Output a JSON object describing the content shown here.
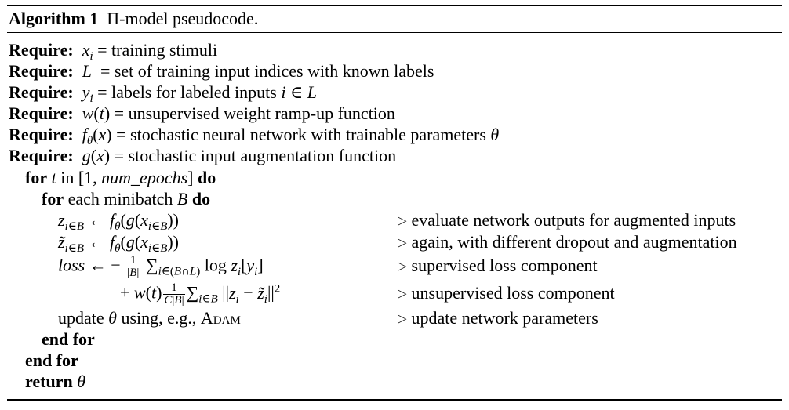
{
  "algorithm": {
    "label": "Algorithm 1",
    "title": "Π-model pseudocode."
  },
  "keywords": {
    "require": "Require:",
    "for": "for",
    "do": "do",
    "end_for": "end for",
    "return": "return"
  },
  "requires": [
    "x_i = training stimuli",
    "L = set of training input indices with known labels",
    "y_i = labels for labeled inputs i ∈ L",
    "w(t) = unsupervised weight ramp-up function",
    "f_θ(x) = stochastic neural network with trainable parameters θ",
    "g(x) = stochastic input augmentation function"
  ],
  "text": {
    "req1": "= training stimuli",
    "req2": "= set of training input indices with known labels",
    "req3": "= labels for labeled inputs",
    "req4": "= unsupervised weight ramp-up function",
    "req5": "= stochastic neural network with trainable parameters",
    "req6": "= stochastic input augmentation function",
    "loop1_mid": "in",
    "loop2_mid": "each minibatch",
    "update_pre": "update",
    "update_post": "using, e.g.,",
    "adam": "Adam"
  },
  "comments": [
    "evaluate network outputs for augmented inputs",
    "again, with different dropout and augmentation",
    "supervised loss component",
    "unsupervised loss component",
    "update network parameters"
  ]
}
